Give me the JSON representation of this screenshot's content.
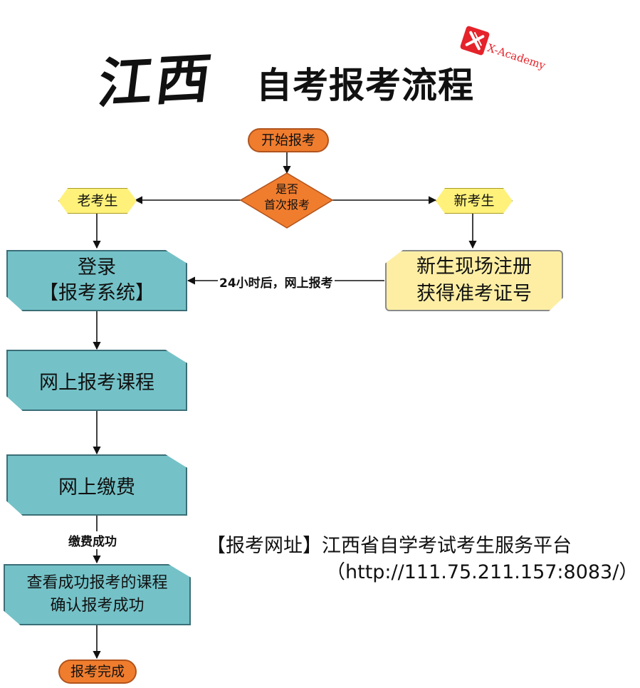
{
  "header": {
    "title_brush": "江西",
    "title_main": "自考报考流程",
    "logo_text": "X-Academy"
  },
  "nodes": {
    "start": "开始报考",
    "decision_line1": "是否",
    "decision_line2": "首次报考",
    "old_candidate": "老考生",
    "new_candidate": "新考生",
    "login_line1": "登录",
    "login_line2": "【报考系统】",
    "register_line1": "新生现场注册",
    "register_line2": "获得准考证号",
    "apply_courses": "网上报考课程",
    "payment": "网上缴费",
    "confirm_line1": "查看成功报考的课程",
    "confirm_line2": "确认报考成功",
    "end": "报考完成"
  },
  "edges": {
    "register_to_login": "24小时后，网上报考",
    "payment_to_confirm": "缴费成功"
  },
  "info": {
    "site_line": "【报考网址】江西省自学考试考生服务平台",
    "url_line": "（http://111.75.211.157:8083/）"
  },
  "colors": {
    "pill": "#f07d2e",
    "decision": "#f07d2e",
    "hexagon": "#fff17a",
    "process": "#74c2c8",
    "register_box": "#fdeea4",
    "logo": "#e5232a"
  }
}
